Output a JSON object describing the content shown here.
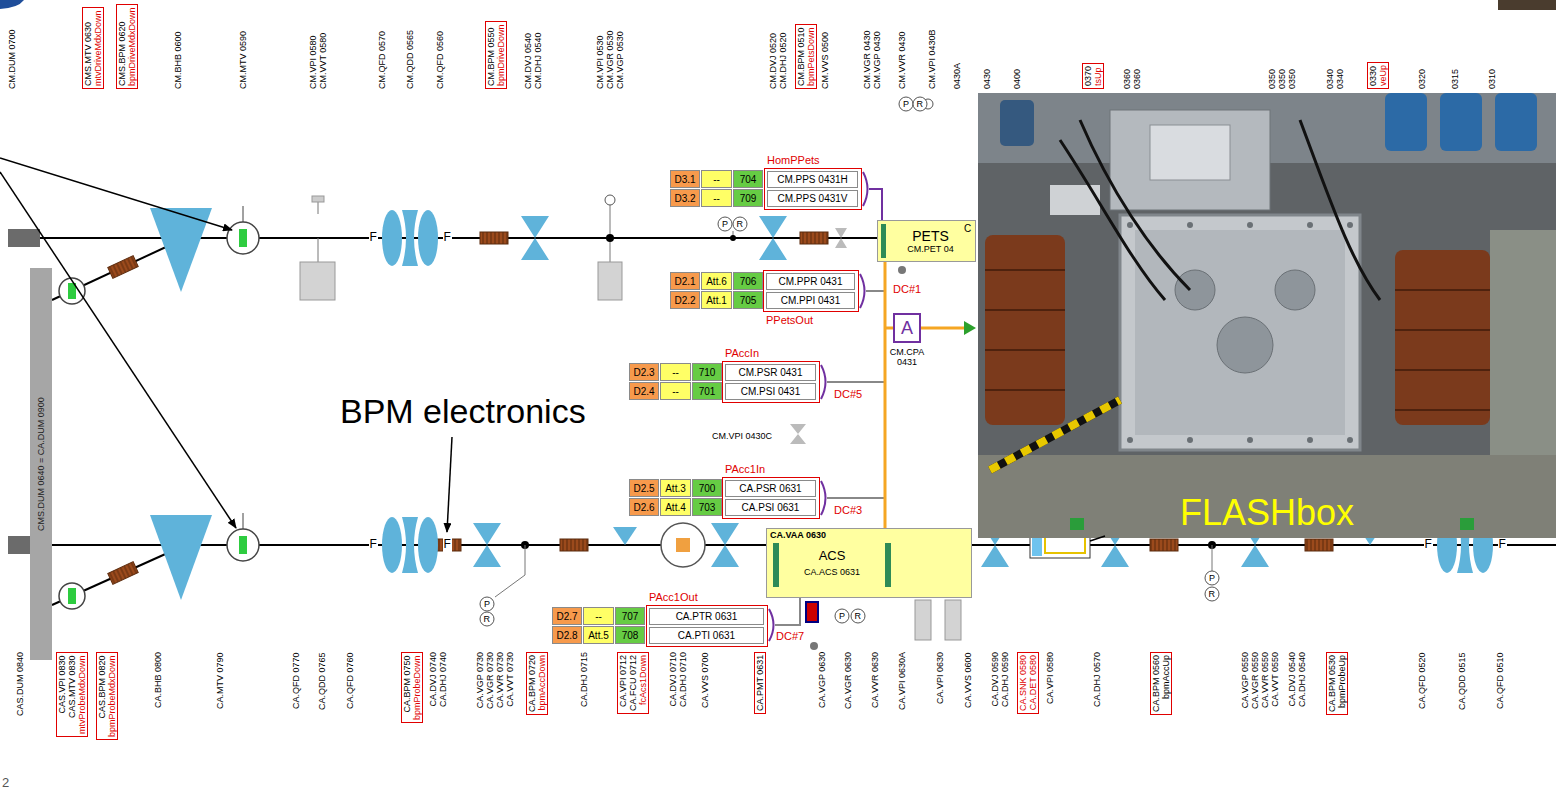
{
  "diagram": {
    "nodes": [
      {
        "text": [
          "CMS.MTV 0630",
          "mtvDriveMdxDown"
        ]
      },
      {
        "text": [
          "CMS.BPM 0620",
          "bpmDriveMdxDown"
        ]
      },
      {
        "text": [
          "CM.BPM 0550",
          "bpmDriveDown"
        ]
      },
      {
        "text": [
          "CM.BPM 0510",
          "bpmPetsDown"
        ]
      },
      {
        "text": [
          "0370",
          "tsUp"
        ]
      },
      {
        "text": [
          "0330",
          "veUp"
        ]
      },
      {
        "text": [
          "HomPPets"
        ]
      },
      {
        "text": [
          "D3.1"
        ]
      },
      {
        "text": [
          "--"
        ]
      },
      {
        "text": [
          "704"
        ]
      },
      {
        "text": [
          "CM.PPS 0431H"
        ],
        "in": 6
      },
      {
        "text": [
          "D3.2"
        ]
      },
      {
        "text": [
          "--"
        ]
      },
      {
        "text": [
          "709"
        ]
      },
      {
        "text": [
          "CM.PPS 0431V"
        ],
        "in": 6
      },
      {
        "text": [
          "PETS",
          "CM.PET 04"
        ]
      },
      {
        "text": [
          "PPetsOut"
        ]
      },
      {
        "text": [
          "D2.1"
        ]
      },
      {
        "text": [
          "Att.6"
        ]
      },
      {
        "text": [
          "706"
        ]
      },
      {
        "text": [
          "CM.PPR 0431"
        ],
        "in": 16
      },
      {
        "text": [
          "D2.2"
        ]
      },
      {
        "text": [
          "Att.1"
        ]
      },
      {
        "text": [
          "705"
        ]
      },
      {
        "text": [
          "CM.PPI 0431"
        ],
        "in": 16
      },
      {
        "text": [
          "A",
          "CM.CPA 0431"
        ]
      },
      {
        "text": [
          "PAccIn"
        ]
      },
      {
        "text": [
          "D2.3"
        ]
      },
      {
        "text": [
          "--"
        ]
      },
      {
        "text": [
          "710"
        ]
      },
      {
        "text": [
          "CM.PSR 0431"
        ],
        "in": 26
      },
      {
        "text": [
          "D2.4"
        ]
      },
      {
        "text": [
          "--"
        ]
      },
      {
        "text": [
          "701"
        ]
      },
      {
        "text": [
          "CM.PSI 0431"
        ],
        "in": 26
      },
      {
        "text": [
          "PAcc1In"
        ]
      },
      {
        "text": [
          "D2.5"
        ]
      },
      {
        "text": [
          "Att.3"
        ]
      },
      {
        "text": [
          "700"
        ]
      },
      {
        "text": [
          "CA.PSR 0631"
        ],
        "in": 35
      },
      {
        "text": [
          "D2.6"
        ]
      },
      {
        "text": [
          "Att.4"
        ]
      },
      {
        "text": [
          "703"
        ]
      },
      {
        "text": [
          "CA.PSI 0631"
        ],
        "in": 35
      },
      {
        "text": [
          "CA.VAA 0630",
          "ACS",
          "CA.ACS 0631"
        ]
      },
      {
        "text": [
          "PAcc1Out"
        ]
      },
      {
        "text": [
          "D2.7"
        ]
      },
      {
        "text": [
          "--"
        ]
      },
      {
        "text": [
          "707"
        ]
      },
      {
        "text": [
          "CA.PTR 0631"
        ],
        "in": 45
      },
      {
        "text": [
          "D2.8"
        ]
      },
      {
        "text": [
          "Att.5"
        ]
      },
      {
        "text": [
          "708"
        ]
      },
      {
        "text": [
          "CA.PTI 0631"
        ],
        "in": 45
      },
      {
        "text": [
          "CMS.DUM 0640 = CA.DUM 0900"
        ]
      },
      {
        "text": [
          "CAS.VPI 0830",
          "CAS.MTV 0830",
          "mtvProbeMdxDown"
        ]
      },
      {
        "text": [
          "CAS.BPM 0820",
          "bpmProbeMdxDown"
        ]
      },
      {
        "text": [
          "CA.BPM 0750",
          "bpmProbeDown"
        ]
      },
      {
        "text": [
          "CA.BPM 0720",
          "bpmAccDown"
        ]
      },
      {
        "text": [
          "CA.VPI 0712",
          "CA.FCU 0712",
          "fcAcs1Down"
        ]
      },
      {
        "text": [
          "CA.PMT 0631"
        ]
      },
      {
        "text": [
          "CA.SNK 0580",
          "CA.DET 0580"
        ]
      },
      {
        "text": [
          "CA.BPM 0560",
          "bpmAccUp"
        ]
      },
      {
        "text": [
          "CA.BPM 0530",
          "bpmProbeUp"
        ]
      }
    ],
    "edges": [
      {
        "from": 15,
        "to": 44,
        "arrow": "none"
      }
    ],
    "labels": [
      "CM.DUM 0700",
      "CM.BHB 0600",
      "CM.MTV 0590",
      "CM.VPI 0580",
      "CM.VVT 0580",
      "CM.QFD 0570",
      "CM.QDD 0565",
      "CM.QFD 0560",
      "CM.DVJ 0540",
      "CM.DHJ 0540",
      "CM.VPI 0530",
      "CM.VGR 0530",
      "CM.VGP 0530",
      "CM.DVJ 0520",
      "CM.DHJ 0520",
      "CM.VVS 0500",
      "CM.VGR 0430",
      "CM.VGP 0430",
      "CM.VVR 0430",
      "CM.VPI 0430B",
      "0430A",
      "0430",
      "0400",
      "0360",
      "0360",
      "0350",
      "0350",
      "0350",
      "0340",
      "0340",
      "0320",
      "0315",
      "0310",
      "P",
      "R",
      "P",
      "R",
      "C",
      "DC#1",
      "DC#5",
      "CM.VPI 0430C",
      "BPM electronics",
      "FLASHbox",
      "DC#3",
      "F",
      "F",
      "F",
      "F",
      "F",
      "F",
      "P",
      "R",
      "P",
      "R",
      "P",
      "R",
      "DC#7",
      "CAS.DUM 0840",
      "CA.BHB 0800",
      "CA.MTV 0790",
      "CA.QFD 0770",
      "CA.QDD 0765",
      "CA.QFD 0760",
      "CA.DVJ 0740",
      "CA.DHJ 0740",
      "CA.VGP 0730",
      "CA.VGR 0730",
      "CA.VVR 0730",
      "CA.VVT 0730",
      "CA.DHJ 0715",
      "CA.DVJ 0710",
      "CA.DHJ 0710",
      "CA.VVS 0700",
      "CA.VGP 0630",
      "CA.VGR 0630",
      "CA.VVR 0630",
      "CA.VPI 0630A",
      "CA.VPI 0630",
      "CA.VVS 0600",
      "CA.DVJ 0590",
      "CA.DHJ 0590",
      "CA.VPI 0580",
      "CA.DHJ 0570",
      "CA.VGP 0550",
      "CA.VGR 0550",
      "CA.VVR 0550",
      "CA.VVT 0550",
      "CA.DVJ 0540",
      "CA.DHJ 0540",
      "CA.QFD 0520",
      "CA.QDD 0515",
      "CA.QFD 0510",
      "2"
    ]
  }
}
